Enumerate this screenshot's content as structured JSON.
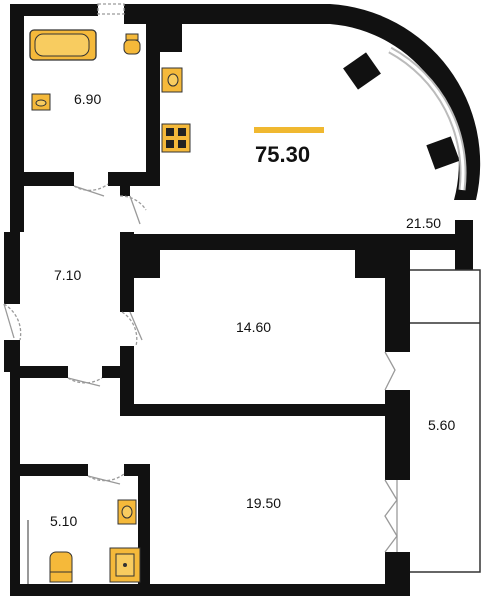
{
  "plan": {
    "total_area": "75.30",
    "rooms": [
      {
        "id": "bathroom",
        "area": "6.90"
      },
      {
        "id": "living",
        "area": "21.50"
      },
      {
        "id": "hall",
        "area": "7.10"
      },
      {
        "id": "bedroom",
        "area": "14.60"
      },
      {
        "id": "balcony",
        "area": "5.60"
      },
      {
        "id": "main-room",
        "area": "19.50"
      },
      {
        "id": "wc",
        "area": "5.10"
      }
    ]
  },
  "colors": {
    "wall": "#111111",
    "fixture": "#f5b93a",
    "highlight": "#f0b830",
    "door": "#999999"
  }
}
